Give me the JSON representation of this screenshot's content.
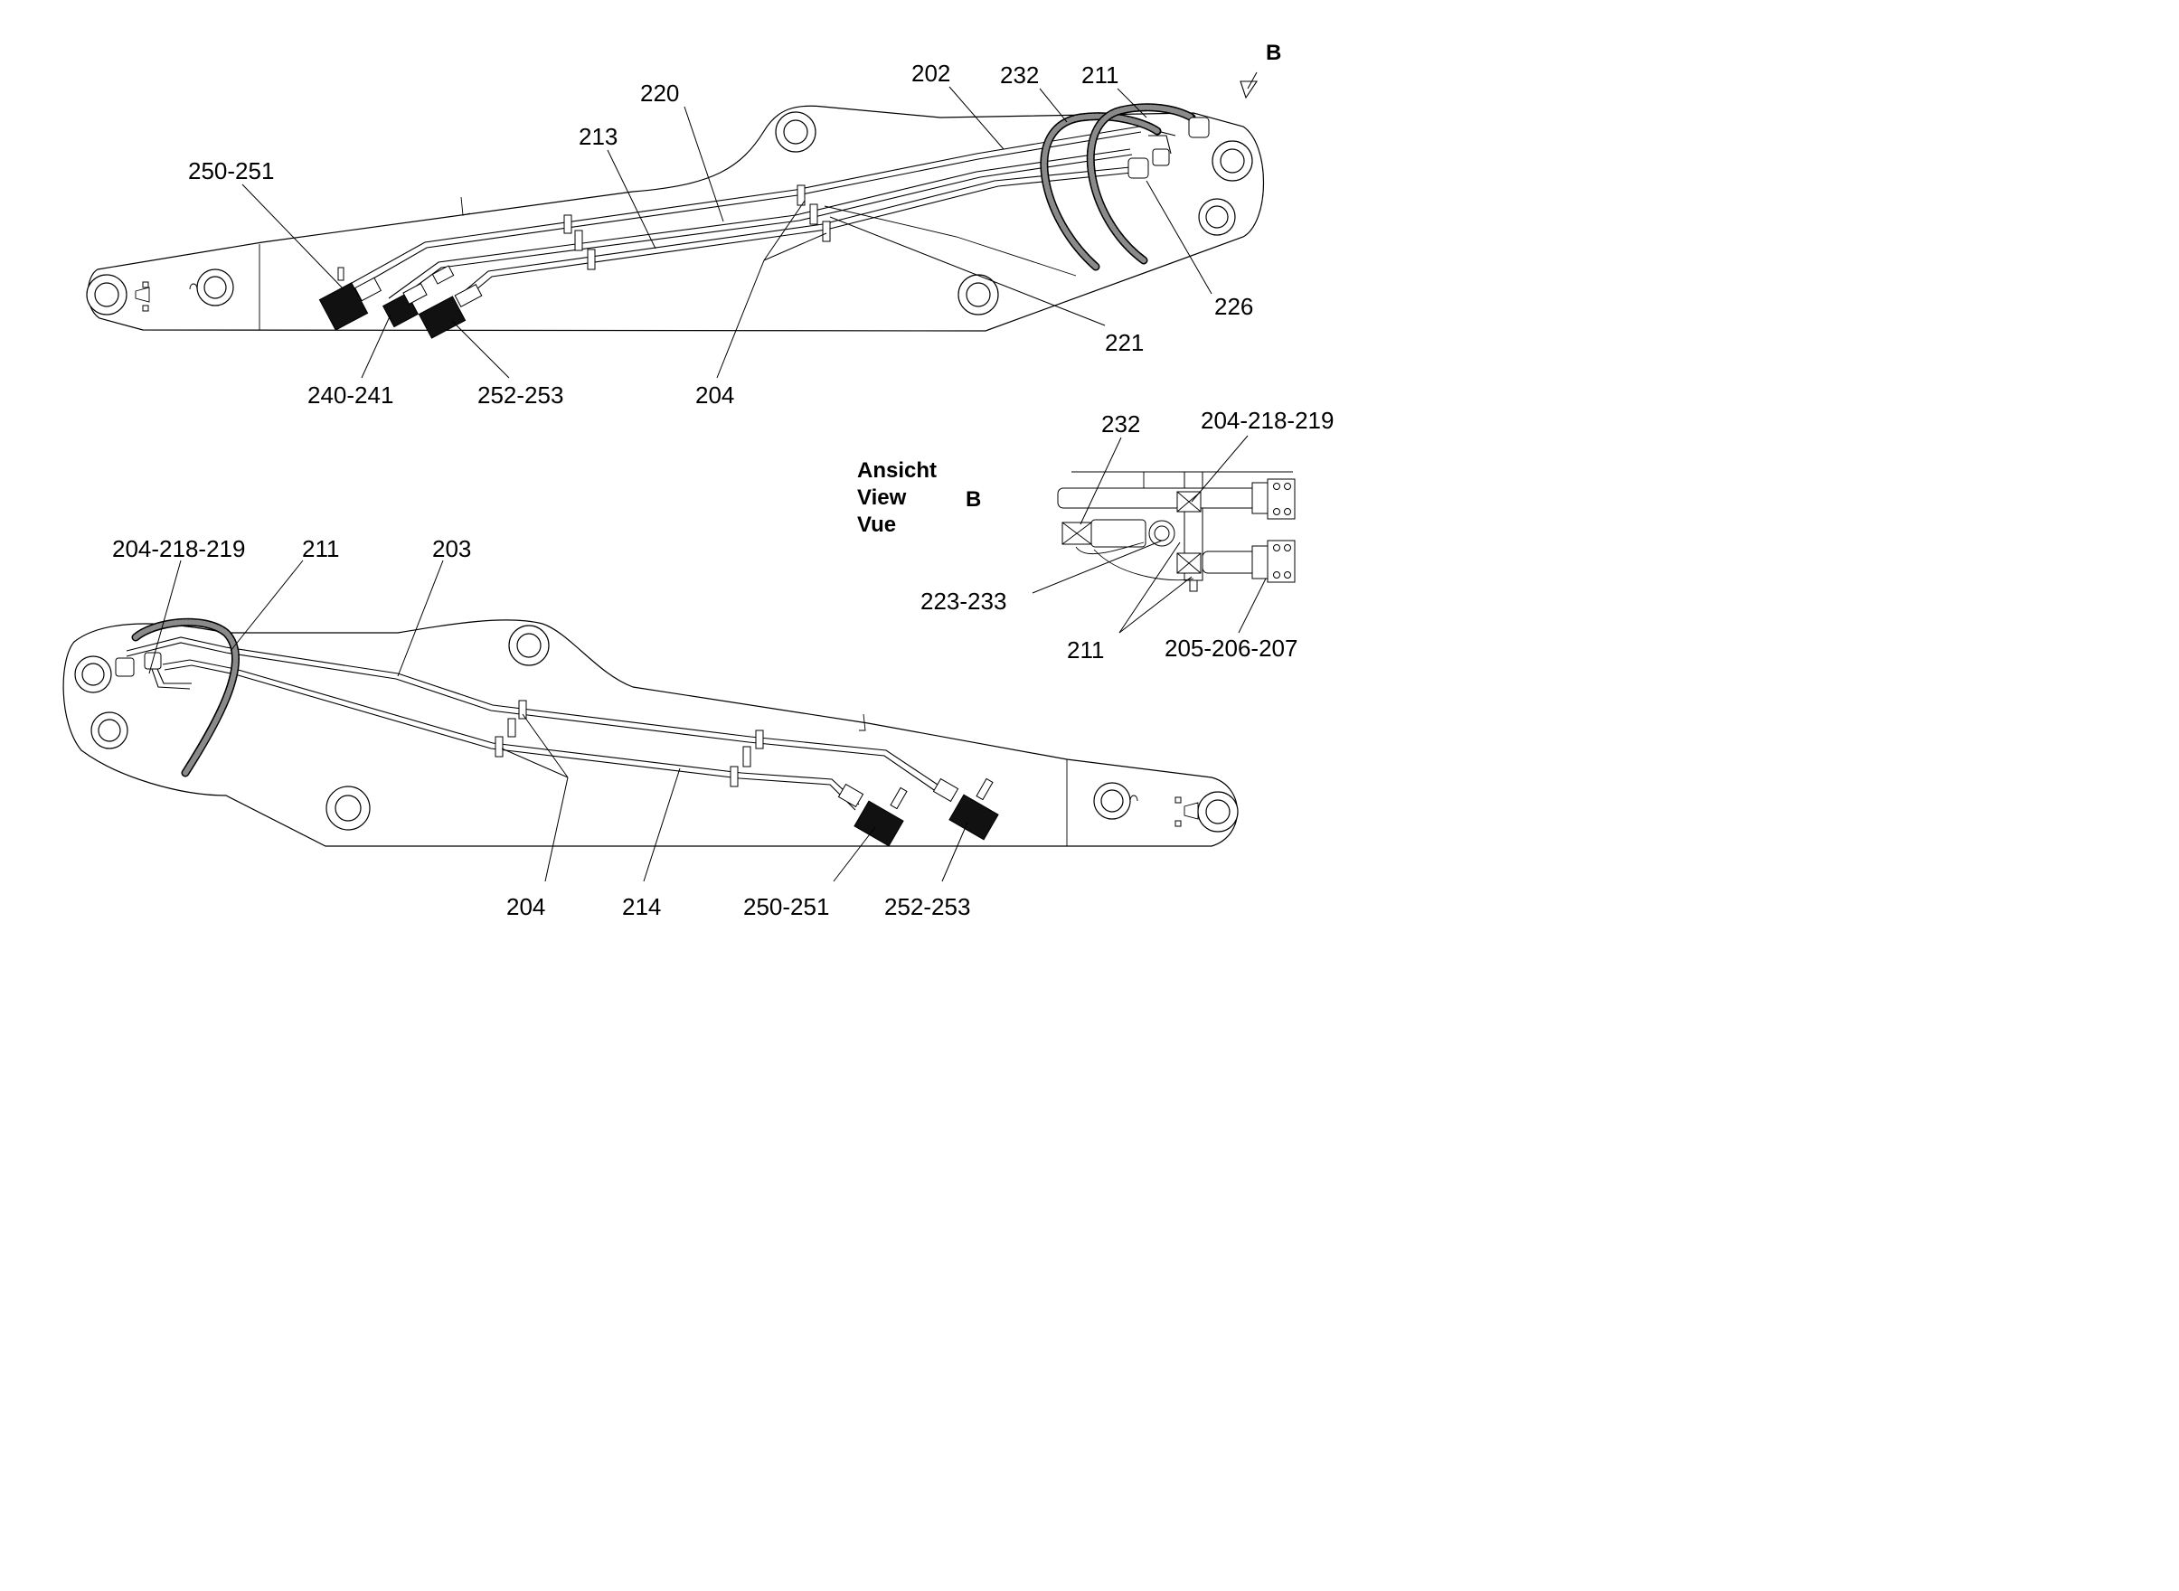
{
  "labels": {
    "b_marker": "B",
    "top_202": "202",
    "top_232": "232",
    "top_211": "211",
    "top_220": "220",
    "top_213": "213",
    "top_250_251": "250-251",
    "top_226": "226",
    "top_221": "221",
    "top_240_241": "240-241",
    "top_252_253": "252-253",
    "top_204": "204",
    "view_232": "232",
    "view_204_218_219": "204-218-219",
    "view_b": "B",
    "view_223_233": "223-233",
    "view_211": "211",
    "view_205_206_207": "205-206-207",
    "bot_204_218_219": "204-218-219",
    "bot_211": "211",
    "bot_203": "203",
    "bot_204": "204",
    "bot_214": "214",
    "bot_250_251": "250-251",
    "bot_252_253": "252-253"
  },
  "view_title": {
    "line1": "Ansicht",
    "line2": "View",
    "line3": "Vue"
  }
}
